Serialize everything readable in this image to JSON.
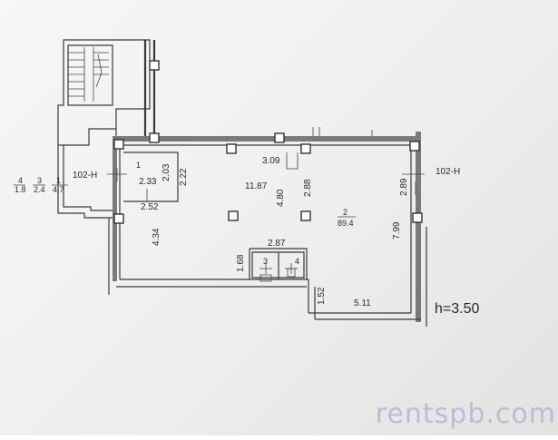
{
  "plan": {
    "legend": {
      "r1": [
        "4",
        "1.8"
      ],
      "r2": [
        "3",
        "2.4"
      ],
      "r3": [
        "1",
        "4.7"
      ]
    },
    "axis_left": "102-H",
    "axis_right": "102-H",
    "room1": {
      "number": "1",
      "width": "2.33",
      "depth": "2.03",
      "side": "2.22",
      "bottom": "2.52"
    },
    "main": {
      "number": "2",
      "area": "89.4",
      "top_dim": "3.09",
      "length": "11.87",
      "width": "4.80",
      "inner": "2.88",
      "left_dim": "4.34",
      "right_upper": "2.89",
      "right_lower": "7.99",
      "bottom_step": "1.52",
      "bottom_right": "5.11"
    },
    "wc": {
      "width": "2.87",
      "height": "1.68",
      "room3": "3",
      "room4": "4"
    },
    "height_note": "h=3.50"
  },
  "watermark": "rentspb.com"
}
